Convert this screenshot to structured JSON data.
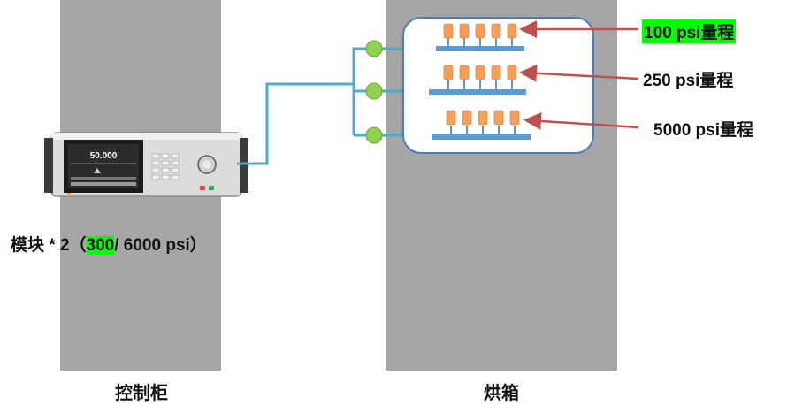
{
  "cabinet": {
    "label": "控制柜"
  },
  "oven": {
    "label": "烘箱"
  },
  "controller": {
    "screen_reading": "50.000",
    "module_label_prefix": "模块 * 2（",
    "module_label_highlight": "300",
    "module_label_suffix": "/ 6000 psi）"
  },
  "ranges": [
    {
      "label": "100 psi量程",
      "highlighted": true
    },
    {
      "label": "250 psi量程",
      "highlighted": false
    },
    {
      "label": "5000 psi量程",
      "highlighted": false
    }
  ],
  "colors": {
    "panel_gray": "#a6a6a6",
    "pipe": "#4bacc6",
    "manifold": "#5b9bd5",
    "sensor": "#f5a05a",
    "valve": "#92d050",
    "chamber_border": "#4a7ebb",
    "arrow": "#c0504d",
    "highlight": "#00ff00"
  }
}
